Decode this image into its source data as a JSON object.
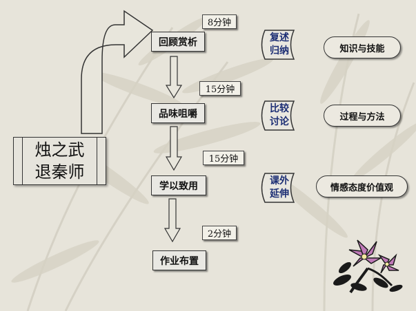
{
  "lesson_title": {
    "line1": "烛之武",
    "line2": "退秦师"
  },
  "steps": [
    {
      "label": "回顾赏析",
      "time": "8分钟"
    },
    {
      "label": "品味咀嚼",
      "time": "15分钟"
    },
    {
      "label": "学以致用",
      "time": "15分钟"
    },
    {
      "label": "作业布置",
      "time": "2分钟"
    }
  ],
  "methods": [
    {
      "line1": "复述",
      "line2": "归纳"
    },
    {
      "line1": "比较",
      "line2": "讨论"
    },
    {
      "line1": "课外",
      "line2": "延伸"
    }
  ],
  "goals": [
    "知识与技能",
    "过程与方法",
    "情感态度价值观"
  ],
  "colors": {
    "background": "#e7e4da",
    "method_text": "#1c2e74",
    "box_border": "#333333",
    "flower_petal": "#c07ab8"
  },
  "decor": {
    "flower_icon": "purple-flower-clipart"
  }
}
